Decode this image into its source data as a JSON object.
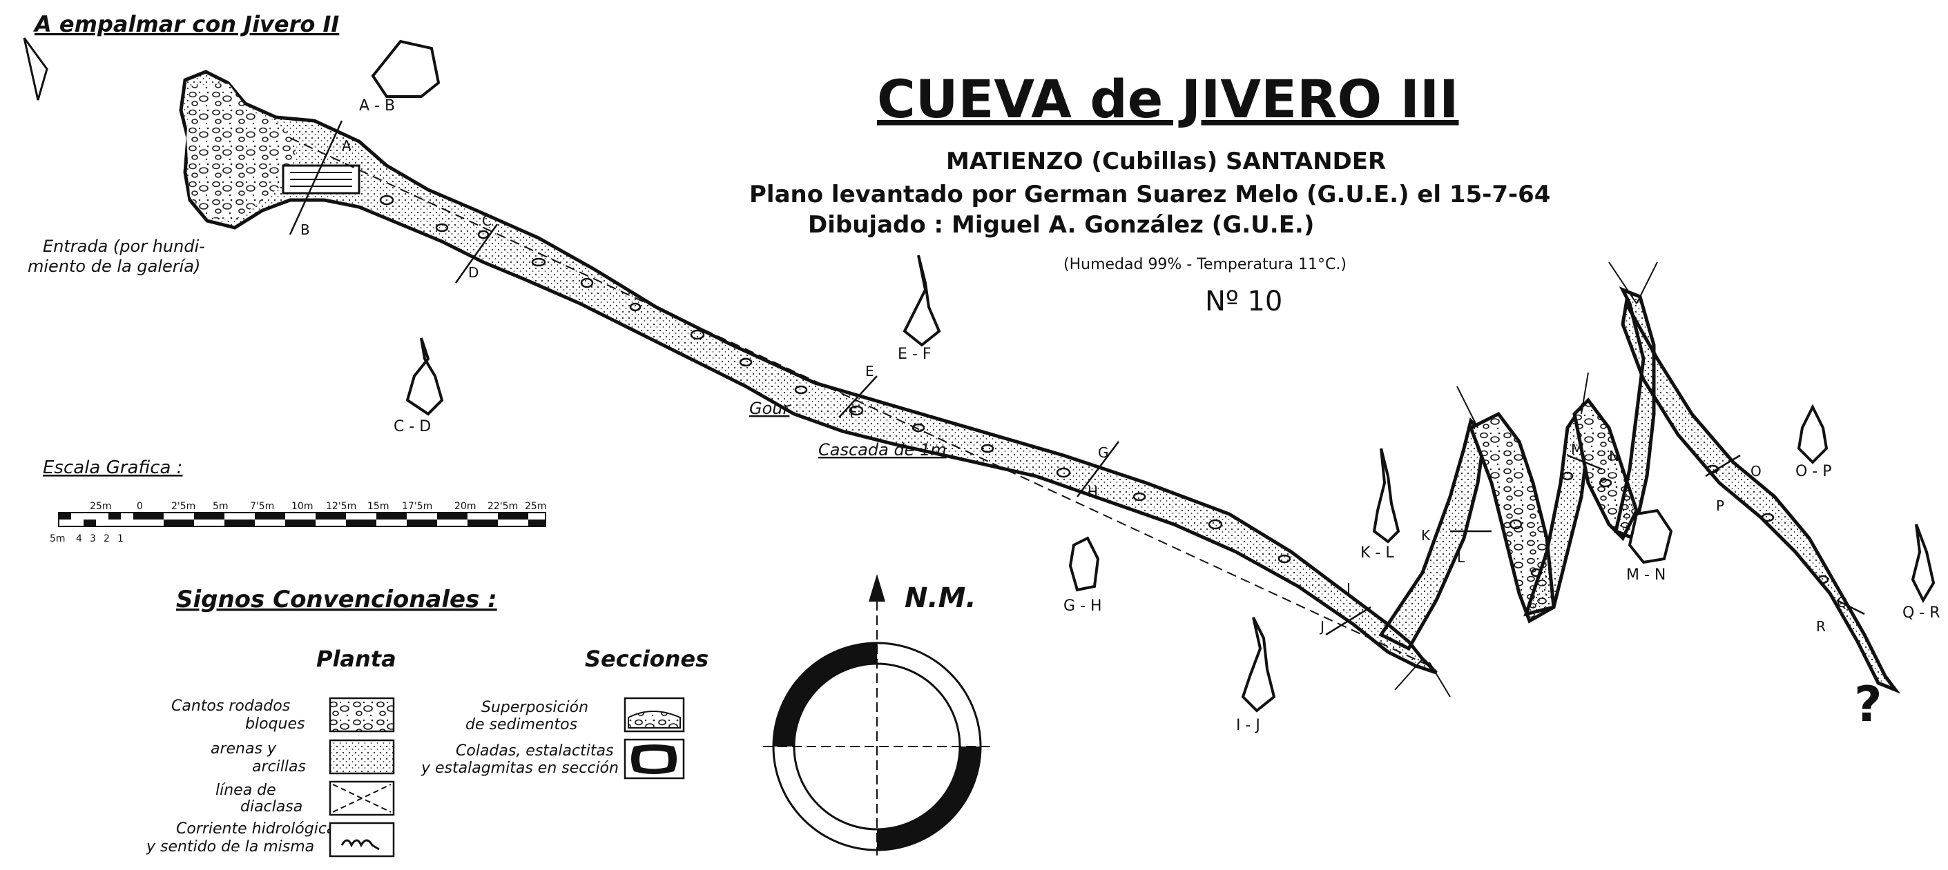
{
  "title": "CUEVA de JIVERO III",
  "subtitle_location": "MATIENZO (Cubillas) SANTANDER",
  "credit_survey": "Plano levantado por German Suarez Melo (G.U.E.) el 15-7-64",
  "credit_drawing": "Dibujado : Miguel A. González (G.U.E.)",
  "conditions": "(Humedad 99% - Temperatura 11°C.)",
  "plate_number": "Nº 10",
  "top_link": "A empalmar con Jivero II",
  "entrance_line1": "Entrada (por hundi-",
  "entrance_line2": "miento de la galería)",
  "features": {
    "gour": "Gour",
    "cascade": "Cascada de 1m",
    "unknown": "?"
  },
  "sections": {
    "ab": "A - B",
    "cd": "C - D",
    "ef": "E - F",
    "gh": "G - H",
    "ij": "I - J",
    "kl": "K - L",
    "mn": "M - N",
    "op": "O - P",
    "qr": "Q - R"
  },
  "cut_letters": [
    "A",
    "B",
    "C",
    "D",
    "E",
    "F",
    "G",
    "H",
    "I",
    "J",
    "K",
    "L",
    "M",
    "N",
    "O",
    "P",
    "Q",
    "R"
  ],
  "scale": {
    "label": "Escala Grafica :",
    "ticks": [
      "25m",
      "0",
      "2'5m",
      "5m",
      "7'5m",
      "10m",
      "12'5m",
      "15m",
      "17'5m",
      "20m",
      "22'5m",
      "25m"
    ],
    "small_ticks": [
      "5m",
      "4",
      "3",
      "2",
      "1"
    ]
  },
  "legend": {
    "title": "Signos Convencionales :",
    "plan_heading": "Planta",
    "sections_heading": "Secciones",
    "plan_items": [
      {
        "line1": "Cantos rodados",
        "line2": "bloques"
      },
      {
        "line1": "arenas y",
        "line2": "arcillas"
      },
      {
        "line1": "línea de",
        "line2": "diaclasa"
      },
      {
        "line1": "Corriente hidrológica",
        "line2": "y sentido de la misma"
      }
    ],
    "section_items": [
      {
        "line1": "Superposición",
        "line2": "de sedimentos"
      },
      {
        "line1": "Coladas, estalactitas",
        "line2": "y estalagmitas en sección"
      }
    ]
  },
  "north": "N.M."
}
